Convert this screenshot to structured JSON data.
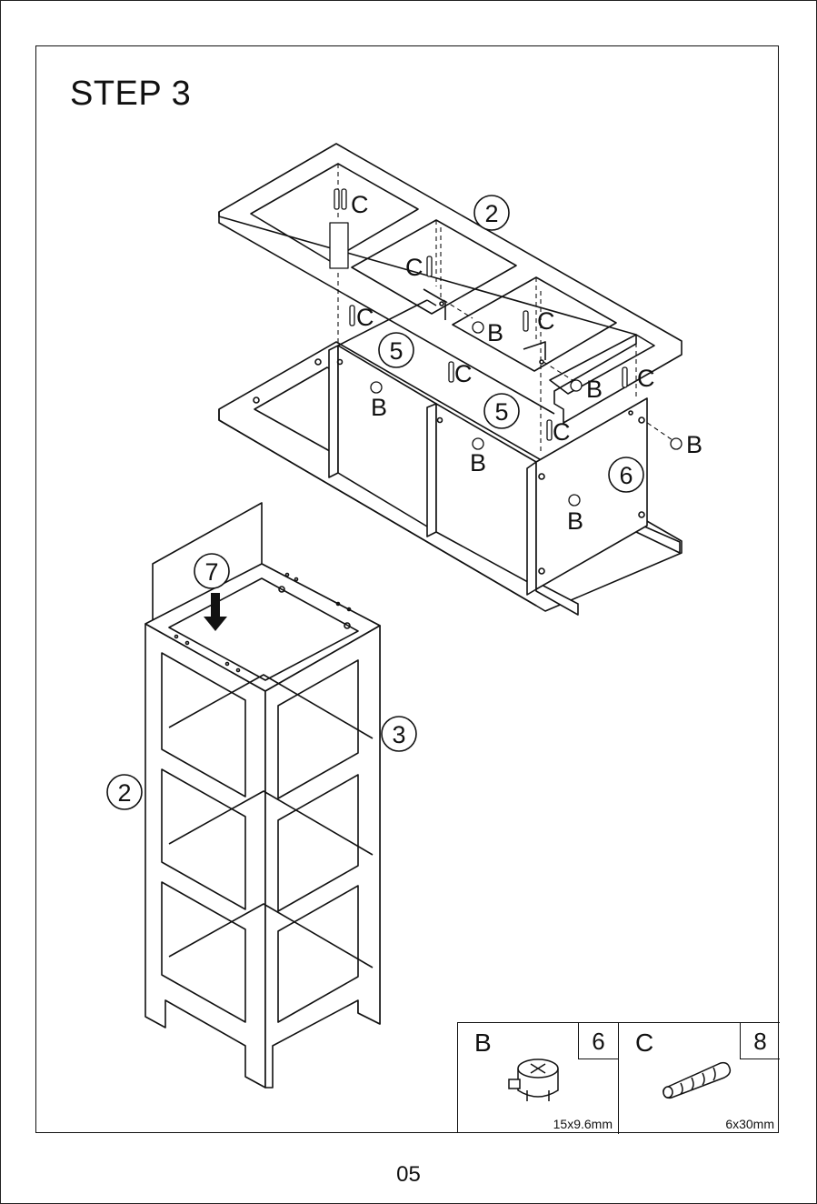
{
  "step_title": "STEP 3",
  "page_number": "05",
  "part_labels": {
    "top_frame": "2",
    "panel_left": "5",
    "panel_right": "5",
    "end_panel": "6",
    "back_panel": "7",
    "tower_side": "3",
    "tower_front": "2"
  },
  "hardware_labels": {
    "b": "B",
    "c": "C"
  },
  "hardware": [
    {
      "letter": "B",
      "qty": "6",
      "size": "15x9.6mm",
      "icon": "cam-lock-icon"
    },
    {
      "letter": "C",
      "qty": "8",
      "size": "6x30mm",
      "icon": "dowel-icon"
    }
  ]
}
